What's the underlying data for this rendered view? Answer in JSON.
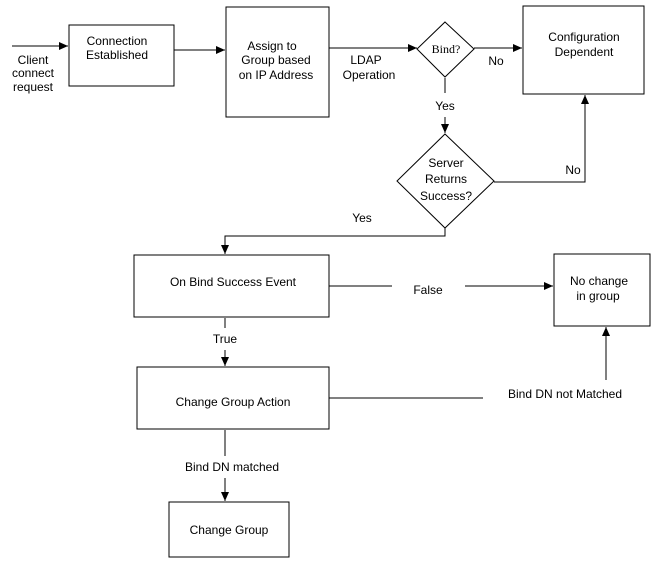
{
  "colors": {
    "stroke": "#000000",
    "background": "#ffffff"
  },
  "start": {
    "line1": "Client",
    "line2": "connect",
    "line3": "request"
  },
  "nodes": {
    "connection_established": {
      "line1": "Connection",
      "line2": "Established"
    },
    "assign_group": {
      "line1": "Assign to",
      "line2": "Group based",
      "line3": "on IP Address"
    },
    "bind_decision": {
      "label": "Bind?"
    },
    "configuration_dependent": {
      "line1": "Configuration",
      "line2": "Dependent"
    },
    "server_returns_success": {
      "line1": "Server",
      "line2": "Returns",
      "line3": "Success?"
    },
    "on_bind_success": {
      "label": "On Bind Success Event"
    },
    "no_change": {
      "line1": "No change",
      "line2": "in group"
    },
    "change_group_action": {
      "label": "Change Group Action"
    },
    "change_group": {
      "label": "Change Group"
    }
  },
  "edges": {
    "ldap_operation": {
      "line1": "LDAP",
      "line2": "Operation"
    },
    "bind_no": "No",
    "bind_yes": "Yes",
    "server_no": "No",
    "server_yes": "Yes",
    "false_label": "False",
    "true_label": "True",
    "bind_dn_not_matched": "Bind DN not Matched",
    "bind_dn_matched": "Bind DN matched"
  }
}
